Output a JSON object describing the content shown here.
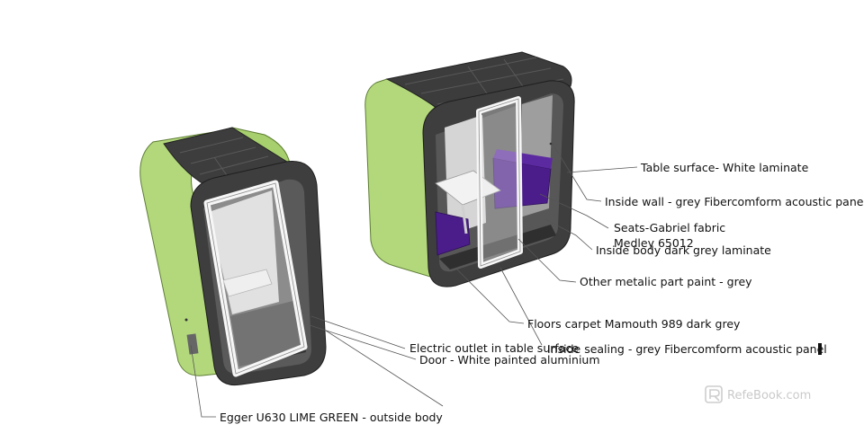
{
  "labels": {
    "table_surface": "Table surface- White laminate",
    "inside_wall": "Inside wall - grey Fibercomform acoustic panel",
    "seats_line1": "Seats-Gabriel fabric",
    "seats_line2": "Medley 65012",
    "inside_body": "Inside body dark grey laminate",
    "metal_parts": "Other metalic part paint - grey",
    "floors": "Floors carpet Mamouth 989 dark grey",
    "electric_outlet": "Electric outlet in table surface",
    "inside_sealing": "Inside sealing - grey Fibercomform acoustic panel",
    "door": "Door - White painted aluminium",
    "outside_body": "Egger U630 LIME GREEN - outside body"
  },
  "watermark": {
    "text": "RefeBook.com",
    "icon": "r-logo-icon"
  },
  "colors": {
    "lime": "#b3d87c",
    "lime_dark": "#93bd58",
    "shell": "#3e3e3e",
    "interior": "#555555",
    "interior_light": "#d9d9d9",
    "seat": "#4b1d8a",
    "door_frame": "#f4f4f4"
  }
}
